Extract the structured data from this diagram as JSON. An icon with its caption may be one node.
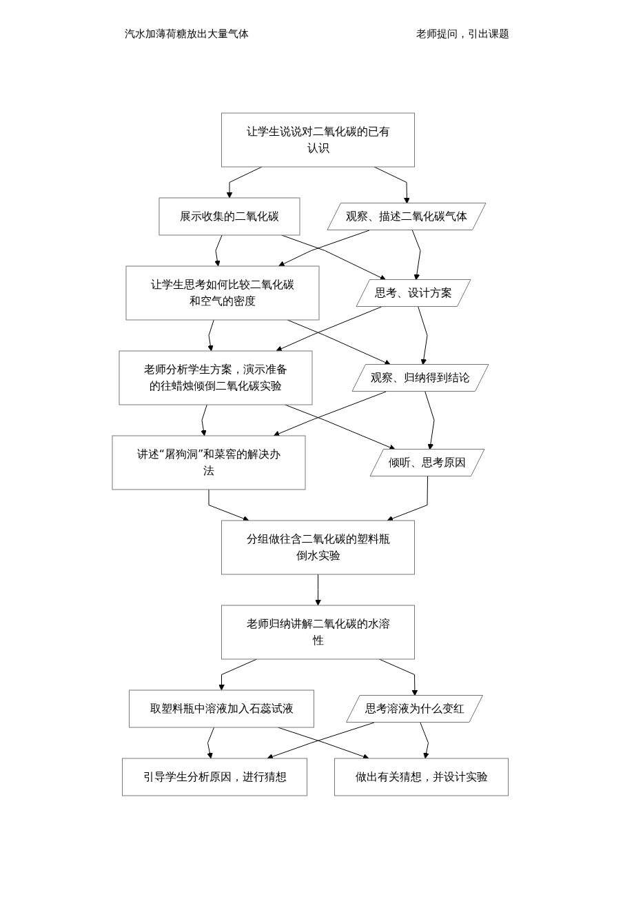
{
  "diagram": {
    "nodes": [
      {
        "text": [
          "让学生说说对二氧化碳的已有认识"
        ]
      },
      {
        "text": [
          "展示收集的二氧化碳"
        ]
      },
      {
        "text": [
          "观察、描述二氧化碳气体"
        ]
      },
      {
        "text": [
          "让学生思考如何比较二氧化碳和空气的密度"
        ]
      },
      {
        "text": [
          "思考、设计方案"
        ]
      },
      {
        "text": [
          "老师分析学生方案，演示准备的往蜡烛倾倒二氧化碳实验"
        ]
      },
      {
        "text": [
          "观察、归纳得到结论"
        ]
      },
      {
        "text": [
          "讲述“屠狗洞”和菜窖的解决办法"
        ]
      },
      {
        "text": [
          "倾听、思考原因"
        ]
      },
      {
        "text": [
          "分组做往含二氧化碳的塑料瓶倒水实验"
        ]
      },
      {
        "text": [
          "老师归纳讲解二氧化碳的水溶性"
        ]
      },
      {
        "text": [
          "取塑料瓶中溶液加入石蕊试液"
        ]
      },
      {
        "text": [
          "思考溶液为什么变红"
        ]
      },
      {
        "text": [
          "引导学生分析原因，进行猜想"
        ]
      },
      {
        "text": [
          "做出有关猜想，并设计实验"
        ]
      }
    ],
    "edges": [
      {
        "from": 0,
        "to": 1,
        "arrow": "to"
      },
      {
        "from": 0,
        "to": 2,
        "arrow": "to"
      },
      {
        "from": 1,
        "to": 3,
        "arrow": "to"
      },
      {
        "from": 1,
        "to": 4,
        "arrow": "to"
      },
      {
        "from": 2,
        "to": 3,
        "arrow": "to"
      },
      {
        "from": 2,
        "to": 4,
        "arrow": "to"
      },
      {
        "from": 3,
        "to": 5,
        "arrow": "to"
      },
      {
        "from": 3,
        "to": 6,
        "arrow": "to"
      },
      {
        "from": 4,
        "to": 5,
        "arrow": "to"
      },
      {
        "from": 4,
        "to": 6,
        "arrow": "to"
      },
      {
        "from": 5,
        "to": 7,
        "arrow": "to"
      },
      {
        "from": 5,
        "to": 8,
        "arrow": "to"
      },
      {
        "from": 6,
        "to": 7,
        "arrow": "to"
      },
      {
        "from": 6,
        "to": 8,
        "arrow": "to"
      },
      {
        "from": 7,
        "to": 9,
        "arrow": "to"
      },
      {
        "from": 8,
        "to": 9,
        "arrow": "to"
      },
      {
        "from": 9,
        "to": 10,
        "arrow": "to"
      },
      {
        "from": 10,
        "to": 11,
        "arrow": "to"
      },
      {
        "from": 10,
        "to": 12,
        "arrow": "to"
      },
      {
        "from": 11,
        "to": 13,
        "arrow": "to"
      },
      {
        "from": 11,
        "to": 14,
        "arrow": "to"
      },
      {
        "from": 12,
        "to": 13,
        "arrow": "to"
      },
      {
        "from": 12,
        "to": 14,
        "arrow": "to"
      }
    ],
    "labels": [
      "汽水加薄荷糖放出大量气体",
      "老师提问，引出课题"
    ]
  }
}
